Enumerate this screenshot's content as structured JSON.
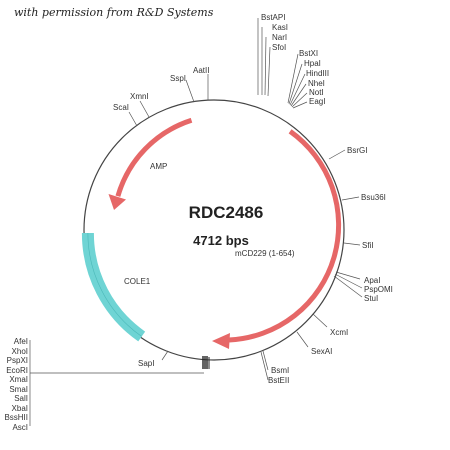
{
  "credit": "with permission from R&D Systems",
  "plasmid": {
    "name": "RDC2486",
    "size": "4712 bps"
  },
  "features": {
    "amp": "AMP",
    "insert": "mCD229 (1-654)",
    "cole1": "COLE1"
  },
  "colors": {
    "arrow": "#e66767",
    "ori": "#6fd4d4",
    "backbone": "#444444"
  },
  "sites": {
    "top_cluster_1": [
      "BstAPI",
      "KasI",
      "NarI",
      "SfoI"
    ],
    "top_cluster_2": [
      "BstXI",
      "HpaI",
      "HindIII",
      "NheI",
      "NotI",
      "EagI"
    ],
    "aatii": "AatII",
    "sspi": "SspI",
    "xmni": "XmnI",
    "scai": "ScaI",
    "bsrgi": "BsrGI",
    "bsu36i": "Bsu36I",
    "sfii": "SfiI",
    "right_cluster": [
      "ApaI",
      "PspOMI",
      "StuI"
    ],
    "xcmi": "XcmI",
    "sexai": "SexAI",
    "bottom_pair": [
      "BsmI",
      "BstEII"
    ],
    "sapi": "SapI",
    "mcs_cluster": [
      "AfeI",
      "XhoI",
      "PspXI",
      "EcoRI",
      "XmaI",
      "SmaI",
      "SalI",
      "XbaI",
      "BssHII",
      "AscI"
    ]
  }
}
